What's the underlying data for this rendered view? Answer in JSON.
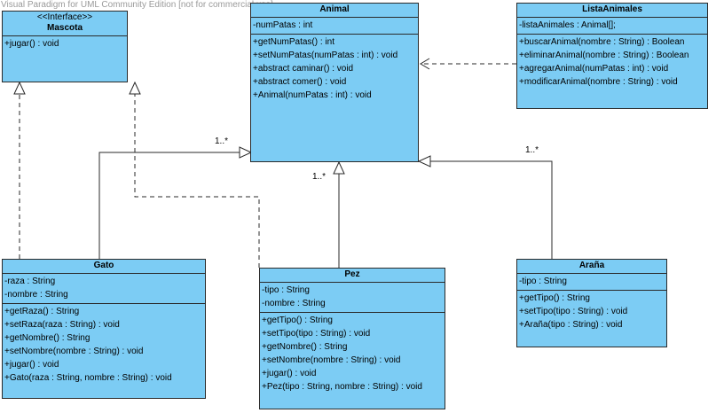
{
  "watermark": "Visual Paradigm for UML Community Edition [not for commercial use]",
  "classes": {
    "mascota": {
      "stereotype": "<<Interface>>",
      "name": "Mascota",
      "attributes": [],
      "operations": [
        "+jugar() : void"
      ]
    },
    "animal": {
      "name": "Animal",
      "attributes": [
        "-numPatas : int"
      ],
      "operations": [
        "+getNumPatas() : int",
        "+setNumPatas(numPatas : int) : void",
        "+abstract caminar() : void",
        "+abstract comer() : void",
        "+Animal(numPatas : int) : void"
      ]
    },
    "lista": {
      "name": "ListaAnimales",
      "attributes": [
        "-listaAnimales : Animal[];"
      ],
      "operations": [
        "+buscarAnimal(nombre : String) : Boolean",
        "+eliminarAnimal(nombre : String) : Boolean",
        "+agregarAnimal(numPatas : int) : void",
        "+modificarAnimal(nombre : String) : void"
      ]
    },
    "gato": {
      "name": "Gato",
      "attributes": [
        "-raza : String",
        "-nombre : String"
      ],
      "operations": [
        "+getRaza() : String",
        "+setRaza(raza : String) : void",
        "+getNombre() : String",
        "+setNombre(nombre : String) : void",
        "+jugar() : void",
        "+Gato(raza : String, nombre : String) : void"
      ]
    },
    "pez": {
      "name": "Pez",
      "attributes": [
        "-tipo : String",
        "-nombre : String"
      ],
      "operations": [
        "+getTipo() : String",
        "+setTipo(tipo : String) : void",
        "+getNombre() : String",
        "+setNombre(nombre : String) : void",
        "+jugar() : void",
        "+Pez(tipo : String, nombre : String) : void"
      ]
    },
    "arana": {
      "name": "Araña",
      "attributes": [
        "-tipo : String"
      ],
      "operations": [
        "+getTipo() : String",
        "+setTipo(tipo : String) : void",
        "+Araña(tipo : String) : void"
      ]
    }
  },
  "multiplicities": {
    "gato_animal": "1..*",
    "pez_animal": "1..*",
    "arana_animal": "1..*"
  },
  "colors": {
    "class_fill": "#7cccf4",
    "line": "#2a2a2a"
  }
}
